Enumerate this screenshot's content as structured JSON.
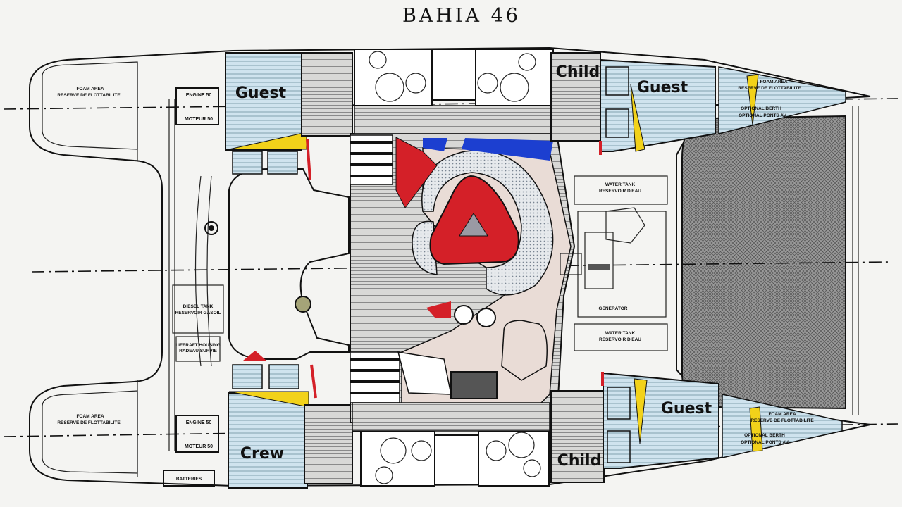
{
  "title": "BAHIA 46",
  "cabins": {
    "guest_port_aft": "Guest",
    "guest_port_fwd": "Guest",
    "guest_stbd_fwd": "Guest",
    "crew": "Crew",
    "child_port": "Child",
    "child_stbd": "Child"
  },
  "labels": {
    "foam_area_top": "FOAM AREA",
    "foam_area_top_fr": "RESERVE DE FLOTTABILITE",
    "foam_area_bottom": "FOAM AREA",
    "foam_area_bottom_fr": "RESERVE DE FLOTTABILITE",
    "engine_top": "ENGINE 50",
    "engine_top_fr": "MOTEUR 50",
    "engine_bottom": "ENGINE 50",
    "engine_bottom_fr": "MOTEUR 50",
    "water_tank_top": "WATER TANK",
    "water_tank_top_fr": "RESERVOIR D'EAU",
    "water_tank_bottom": "WATER TANK",
    "water_tank_bottom_fr": "RESERVOIR D'EAU",
    "diesel_tank": "DIESEL TANK",
    "diesel_tank_fr": "RESERVOIR GASOIL",
    "liferaft": "LIFERAFT HOUSING",
    "liferaft_fr": "RADEAU SURVIE",
    "batteries": "BATTERIES",
    "foam_fwd_top": "FOAM AREA",
    "foam_fwd_top_fr": "RESERVE DE FLOTTABILITE",
    "optional_berth_top": "OPTIONAL BERTH",
    "optional_berth_top_fr": "OPTIONAL PONTS AV",
    "foam_fwd_bottom": "FOAM AREA",
    "foam_fwd_bottom_fr": "RESERVE DE FLOTTABILITE",
    "optional_berth_bottom": "OPTIONAL BERTH",
    "optional_berth_bottom_fr": "OPTIONAL PONTS AV",
    "generator": "GENERATOR"
  },
  "colors": {
    "hull_line": "#111111",
    "cabin_fill": "#cfe3ee",
    "yellow": "#f2d21a",
    "red": "#d42028",
    "blue": "#1c3fd0",
    "pink": "#e9dcd6",
    "tramp": "#8a8a8a"
  }
}
